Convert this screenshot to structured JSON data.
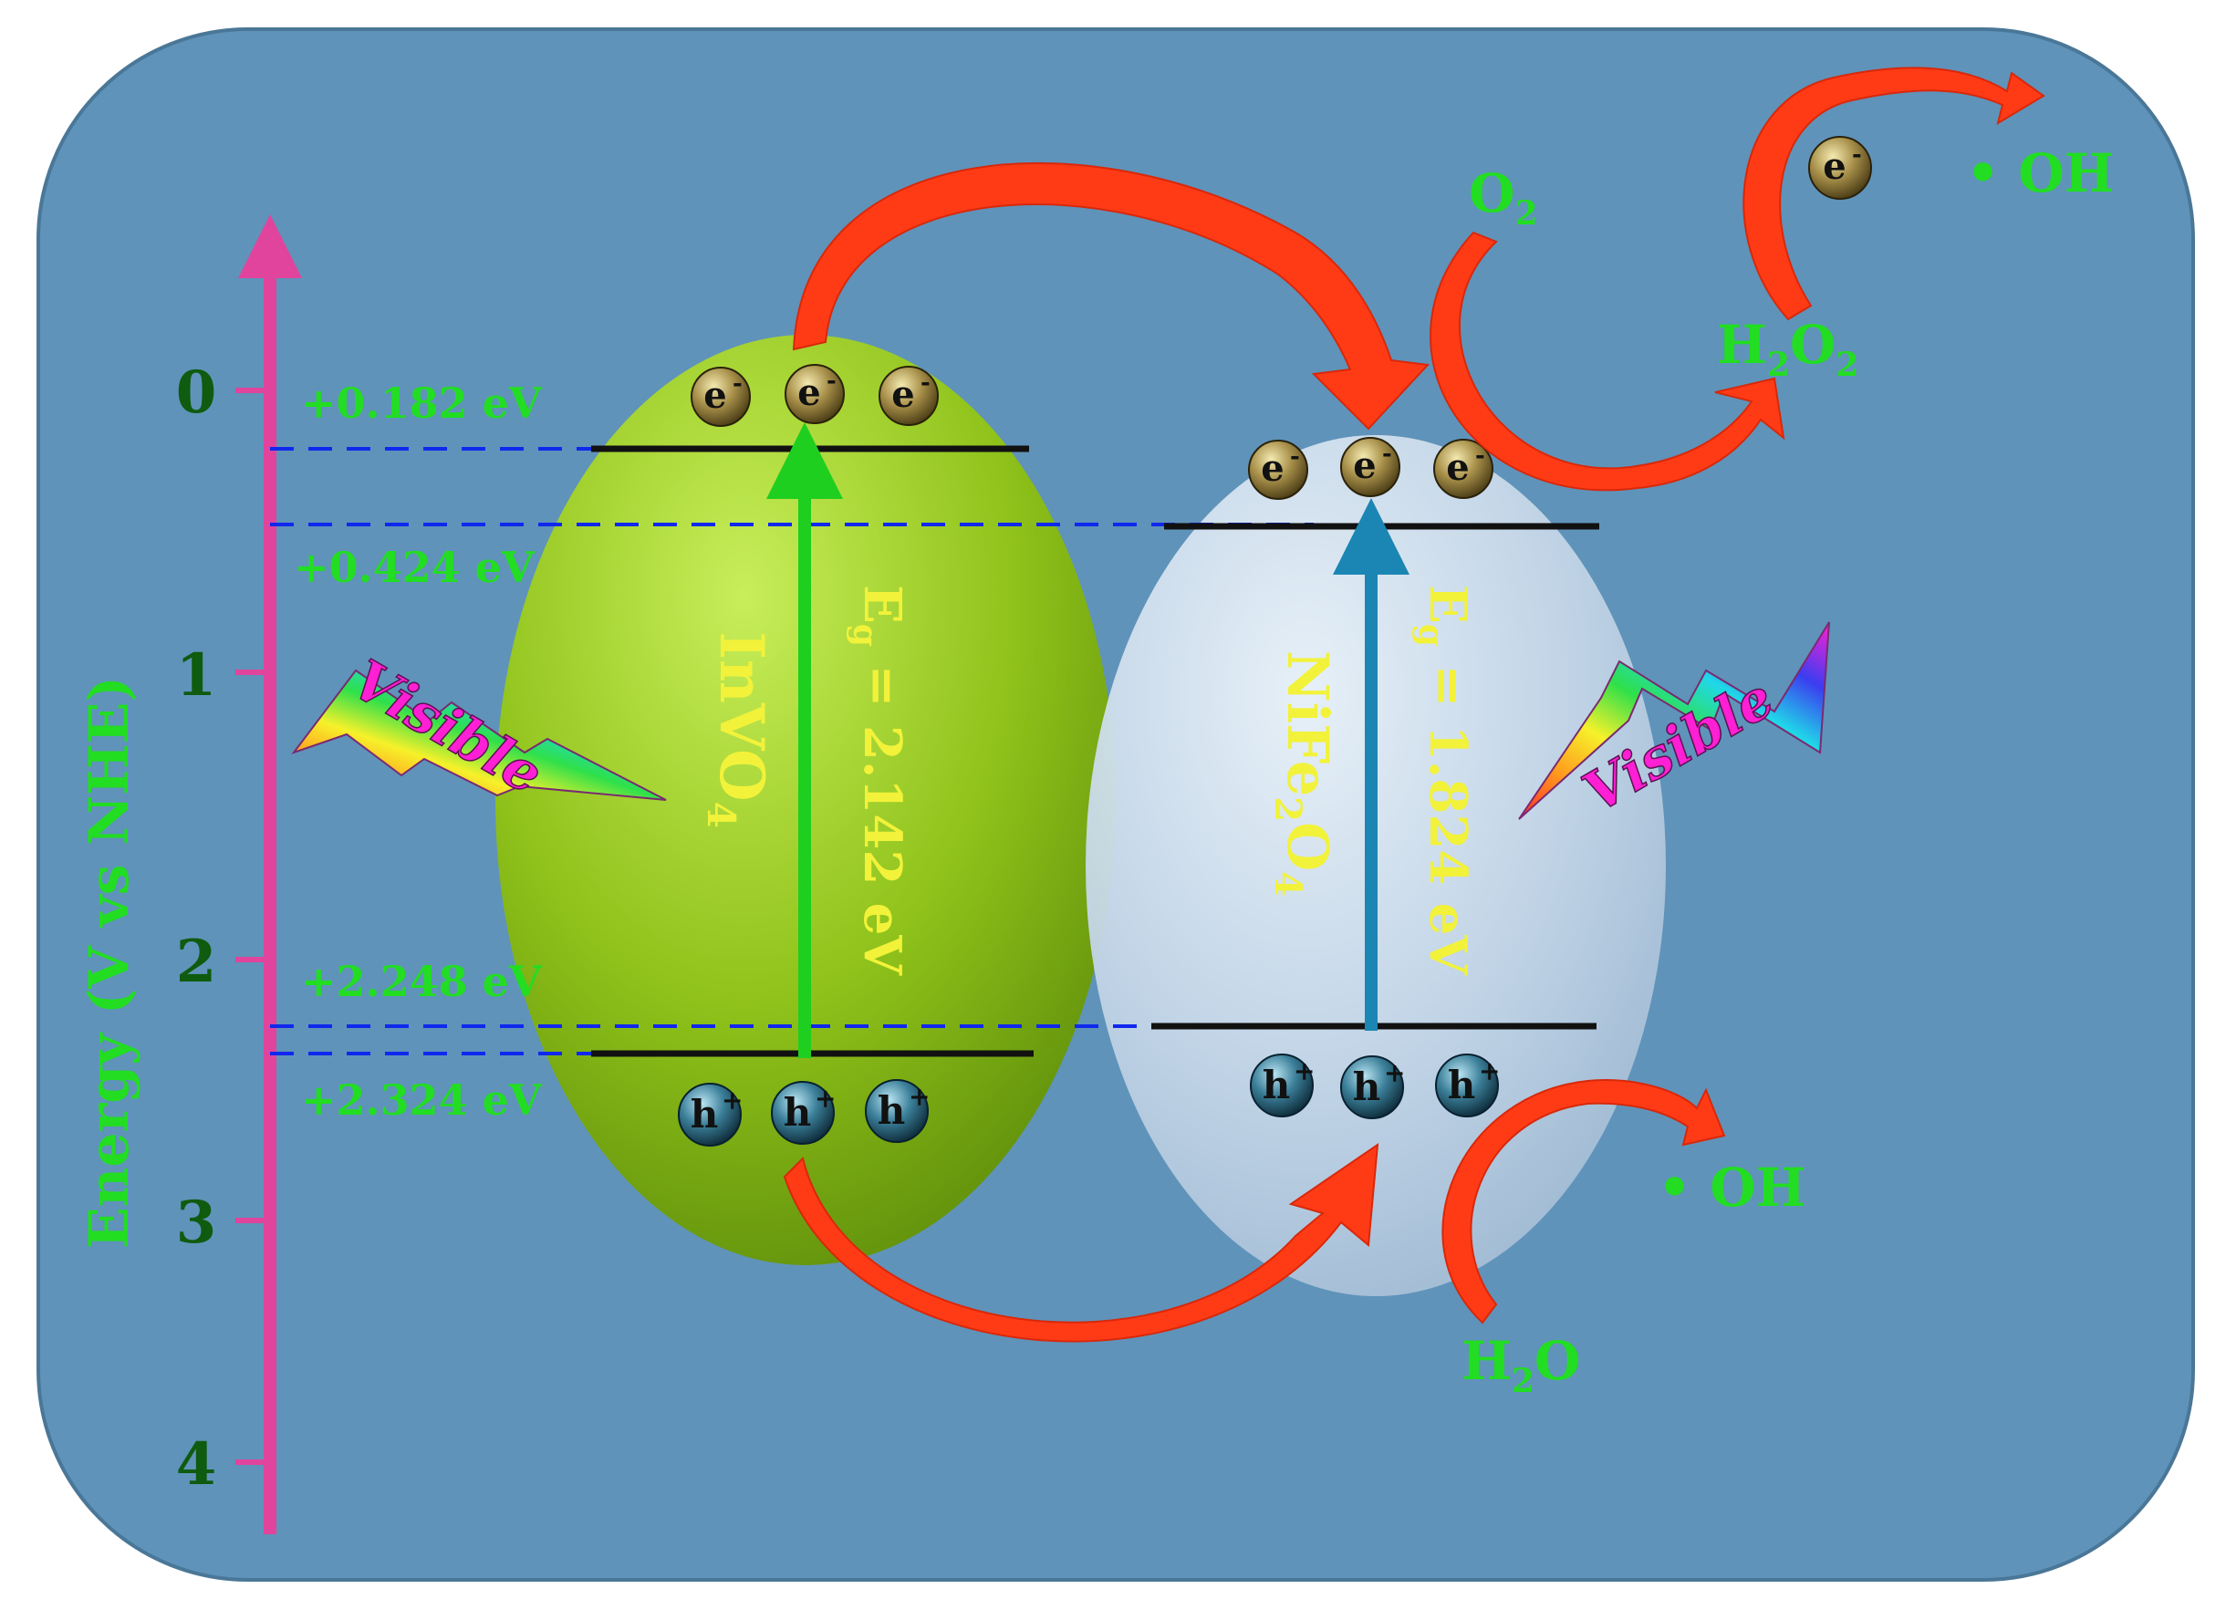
{
  "axis": {
    "label": "Energy (V vs NHE)",
    "ticks": [
      "0",
      "1",
      "2",
      "3",
      "4"
    ]
  },
  "levels": {
    "invo4_cb": "+0.182 eV",
    "nife2o4_cb": "+0.424 eV",
    "nife2o4_vb": "+2.248 eV",
    "invo4_vb": "+2.324 eV"
  },
  "invo4": {
    "name_main": "InVO",
    "name_sub": "4",
    "eg_prefix": "E",
    "eg_sub": "g",
    "eg_value": " = 2.142 eV"
  },
  "nife2o4": {
    "name_a": "NiFe",
    "name_sub1": "2",
    "name_b": "O",
    "name_sub2": "4",
    "eg_prefix": "E",
    "eg_sub": "g",
    "eg_value": " = 1.824 eV"
  },
  "light": {
    "label": "Visible"
  },
  "carriers": {
    "electron": "e",
    "electron_sup": "-",
    "hole": "h",
    "hole_sup": "+"
  },
  "species": {
    "o2_main": "O",
    "o2_sub": "2",
    "h2o2_a": "H",
    "h2o2_sub1": "2",
    "h2o2_b": "O",
    "h2o2_sub2": "2",
    "oh_top": "• OH",
    "oh_bottom": "• OH",
    "h2o_a": "H",
    "h2o_sub": "2",
    "h2o_b": "O"
  },
  "colors": {
    "background": "#5f93ba",
    "axis": "#e0449c",
    "tick_label": "#0f5b0f",
    "level_label": "#22dd22",
    "semiconductor_label": "#f2f23a",
    "invo4_fill": "#8fc21a",
    "nife2o4_fill": "#c4d6e8",
    "arrow": "#ff3b16",
    "dashed_line": "#1028ee"
  }
}
